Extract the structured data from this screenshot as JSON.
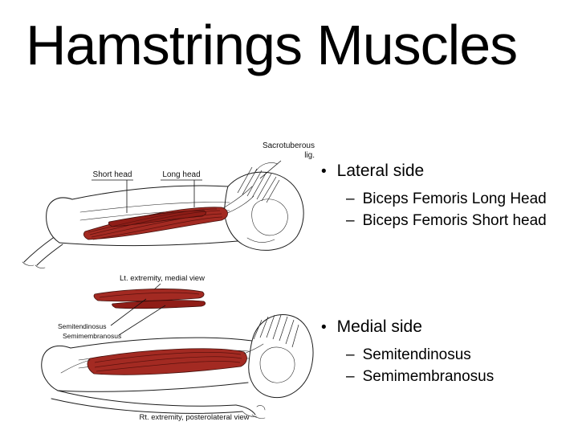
{
  "slide": {
    "title": "Hamstrings Muscles"
  },
  "glyphs": {
    "bullet": "•",
    "dash": "–"
  },
  "lateral": {
    "heading": "Lateral side",
    "items": [
      "Biceps Femoris Long Head",
      "Biceps Femoris Short head"
    ]
  },
  "medial": {
    "heading": "Medial side",
    "items": [
      "Semitendinosus",
      "Semimembranosus"
    ]
  },
  "figure_top": {
    "label_short_head": "Short head",
    "label_long_head": "Long head",
    "label_sacrotuberous_1": "Sacrotuberous",
    "label_sacrotuberous_2": "lig."
  },
  "figure_bottom": {
    "caption_top": "Lt. extremity, medial view",
    "label_semitendinosus": "Semitendinosus",
    "label_semimembranosus": "Semimembranosus",
    "caption_bottom": "Rt. extremity, posterolateral view"
  },
  "colors": {
    "muscle_red": "#a32a22",
    "muscle_dark": "#8f1d17",
    "ink": "#1c1c1c",
    "background": "#ffffff"
  }
}
